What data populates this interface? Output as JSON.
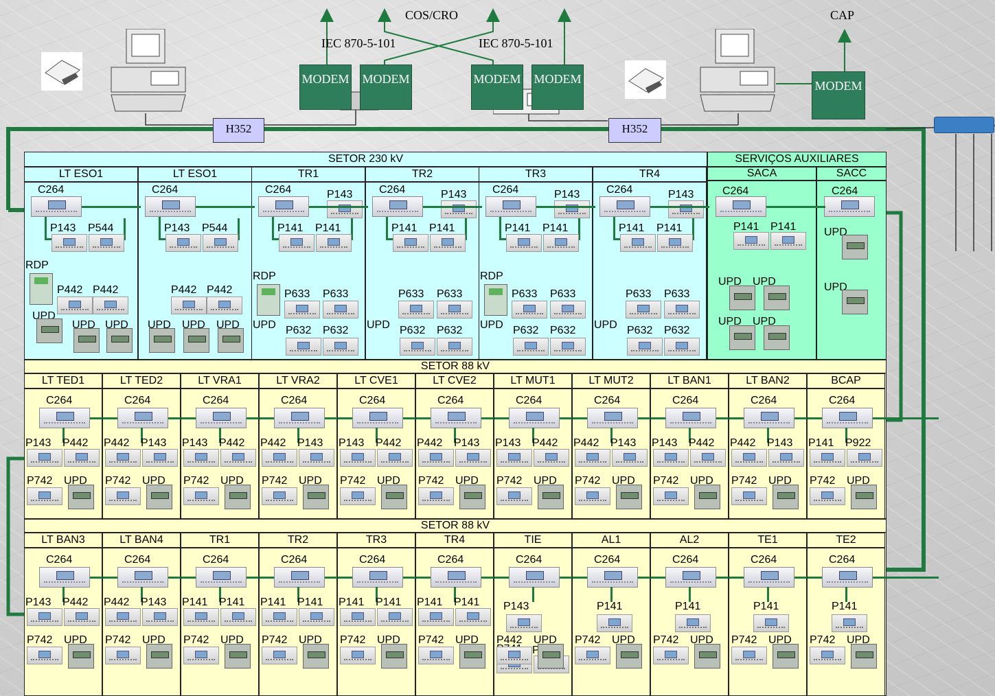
{
  "top": {
    "labels": {
      "cos": "COS/CRO",
      "iec_left": "IEC 870-5-101",
      "iec_right": "IEC 870-5-101",
      "cap": "CAP"
    },
    "modems": [
      "MODEM",
      "MODEM",
      "MODEM",
      "MODEM",
      "MODEM"
    ],
    "gateways": [
      "H352",
      "H352"
    ]
  },
  "sector230": {
    "title": "SETOR 230 kV",
    "bays": [
      {
        "name": "LT ESO1",
        "c264": "C264",
        "r1": [
          "P143",
          "P544"
        ],
        "r2": [
          "P442",
          "P442"
        ],
        "rdp": "RDP",
        "upd1": "UPD",
        "upd": [
          "UPD",
          "UPD"
        ]
      },
      {
        "name": "LT ESO1",
        "c264": "C264",
        "r1": [
          "P143",
          "P544"
        ],
        "r2": [
          "P442",
          "P442"
        ],
        "upd": [
          "UPD",
          "UPD",
          "UPD"
        ]
      },
      {
        "name": "TR1",
        "c264": "C264",
        "side": "P143",
        "r1": [
          "P141",
          "P141"
        ],
        "rdp": "RDP",
        "r2": [
          "P633",
          "P633"
        ],
        "upd1": "UPD",
        "r3": [
          "P632",
          "P632"
        ]
      },
      {
        "name": "TR2",
        "c264": "C264",
        "side": "P143",
        "r1": [
          "P141",
          "P141"
        ],
        "r2": [
          "P633",
          "P633"
        ],
        "upd1": "UPD",
        "r3": [
          "P632",
          "P632"
        ]
      },
      {
        "name": "TR3",
        "c264": "C264",
        "side": "P143",
        "r1": [
          "P141",
          "P141"
        ],
        "rdp": "RDP",
        "r2": [
          "P633",
          "P633"
        ],
        "upd1": "UPD",
        "r3": [
          "P632",
          "P632"
        ]
      },
      {
        "name": "TR4",
        "c264": "C264",
        "side": "P143",
        "r1": [
          "P141",
          "P141"
        ],
        "r2": [
          "P633",
          "P633"
        ],
        "upd1": "UPD",
        "r3": [
          "P632",
          "P632"
        ]
      }
    ]
  },
  "aux": {
    "title": "SERVIÇOS AUXILIARES",
    "saca": {
      "name": "SACA",
      "c264": "C264",
      "r1": [
        "P141",
        "P141"
      ],
      "upd": [
        "UPD",
        "UPD",
        "UPD",
        "UPD"
      ]
    },
    "sacc": {
      "name": "SACC",
      "c264": "C264",
      "upd": [
        "UPD",
        "UPD"
      ]
    }
  },
  "sector88a": {
    "title": "SETOR 88 kV",
    "bays": [
      {
        "name": "LT TED1",
        "c264": "C264",
        "r1": [
          "P143",
          "P442"
        ],
        "r2": [
          "P742",
          "UPD"
        ]
      },
      {
        "name": "LT TED2",
        "c264": "C264",
        "r1": [
          "P442",
          "P143"
        ],
        "r2": [
          "P742",
          "UPD"
        ]
      },
      {
        "name": "LT VRA1",
        "c264": "C264",
        "r1": [
          "P143",
          "P442"
        ],
        "r2": [
          "P742",
          "UPD"
        ]
      },
      {
        "name": "LT VRA2",
        "c264": "C264",
        "r1": [
          "P442",
          "P143"
        ],
        "r2": [
          "P742",
          "UPD"
        ]
      },
      {
        "name": "LT CVE1",
        "c264": "C264",
        "r1": [
          "P143",
          "P442"
        ],
        "r2": [
          "P742",
          "UPD"
        ]
      },
      {
        "name": "LT CVE2",
        "c264": "C264",
        "r1": [
          "P442",
          "P143"
        ],
        "r2": [
          "P742",
          "UPD"
        ]
      },
      {
        "name": "LT MUT1",
        "c264": "C264",
        "r1": [
          "P143",
          "P442"
        ],
        "r2": [
          "P742",
          "UPD"
        ]
      },
      {
        "name": "LT MUT2",
        "c264": "C264",
        "r1": [
          "P442",
          "P143"
        ],
        "r2": [
          "P742",
          "UPD"
        ]
      },
      {
        "name": "LT BAN1",
        "c264": "C264",
        "r1": [
          "P143",
          "P442"
        ],
        "r2": [
          "P742",
          "UPD"
        ]
      },
      {
        "name": "LT BAN2",
        "c264": "C264",
        "r1": [
          "P442",
          "P143"
        ],
        "r2": [
          "P742",
          "UPD"
        ]
      },
      {
        "name": "BCAP",
        "c264": "C264",
        "r1": [
          "P141",
          "P922"
        ],
        "r2": [
          "P742",
          "UPD"
        ]
      }
    ]
  },
  "sector88b": {
    "title": "SETOR 88 kV",
    "bays": [
      {
        "name": "LT BAN3",
        "c264": "C264",
        "r1": [
          "P143",
          "P442"
        ],
        "r2": [
          "P742",
          "UPD"
        ]
      },
      {
        "name": "LT BAN4",
        "c264": "C264",
        "r1": [
          "P442",
          "P143"
        ],
        "r2": [
          "P742",
          "UPD"
        ]
      },
      {
        "name": "TR1",
        "c264": "C264",
        "r1": [
          "P141",
          "P141"
        ],
        "r2": [
          "P742",
          "UPD"
        ]
      },
      {
        "name": "TR2",
        "c264": "C264",
        "r1": [
          "P141",
          "P141"
        ],
        "r2": [
          "P742",
          "UPD"
        ]
      },
      {
        "name": "TR3",
        "c264": "C264",
        "r1": [
          "P141",
          "P141"
        ],
        "r2": [
          "P742",
          "UPD"
        ]
      },
      {
        "name": "TR4",
        "c264": "C264",
        "r1": [
          "P141",
          "P141"
        ],
        "r2": [
          "P742",
          "UPD"
        ]
      },
      {
        "name": "TIE",
        "c264": "C264",
        "r1": [
          "P143"
        ],
        "mid": [
          "P741",
          "P742"
        ],
        "r2": [
          "P442",
          "UPD"
        ]
      },
      {
        "name": "AL1",
        "c264": "C264",
        "r1": [
          "P141"
        ],
        "r2": [
          "P742",
          "UPD"
        ]
      },
      {
        "name": "AL2",
        "c264": "C264",
        "r1": [
          "P141"
        ],
        "r2": [
          "P742",
          "UPD"
        ]
      },
      {
        "name": "TE1",
        "c264": "C264",
        "r1": [
          "P141"
        ],
        "r2": [
          "P742",
          "UPD"
        ]
      },
      {
        "name": "TE2",
        "c264": "C264",
        "r1": [
          "P141"
        ],
        "r2": [
          "P742",
          "UPD"
        ]
      }
    ]
  },
  "colors": {
    "bus": "#1e7a3e",
    "sector230": "#ccffff",
    "aux": "#99ffcc",
    "sector88": "#ffffcc",
    "modem": "#2e7d5b",
    "gateway": "#ccccff"
  }
}
